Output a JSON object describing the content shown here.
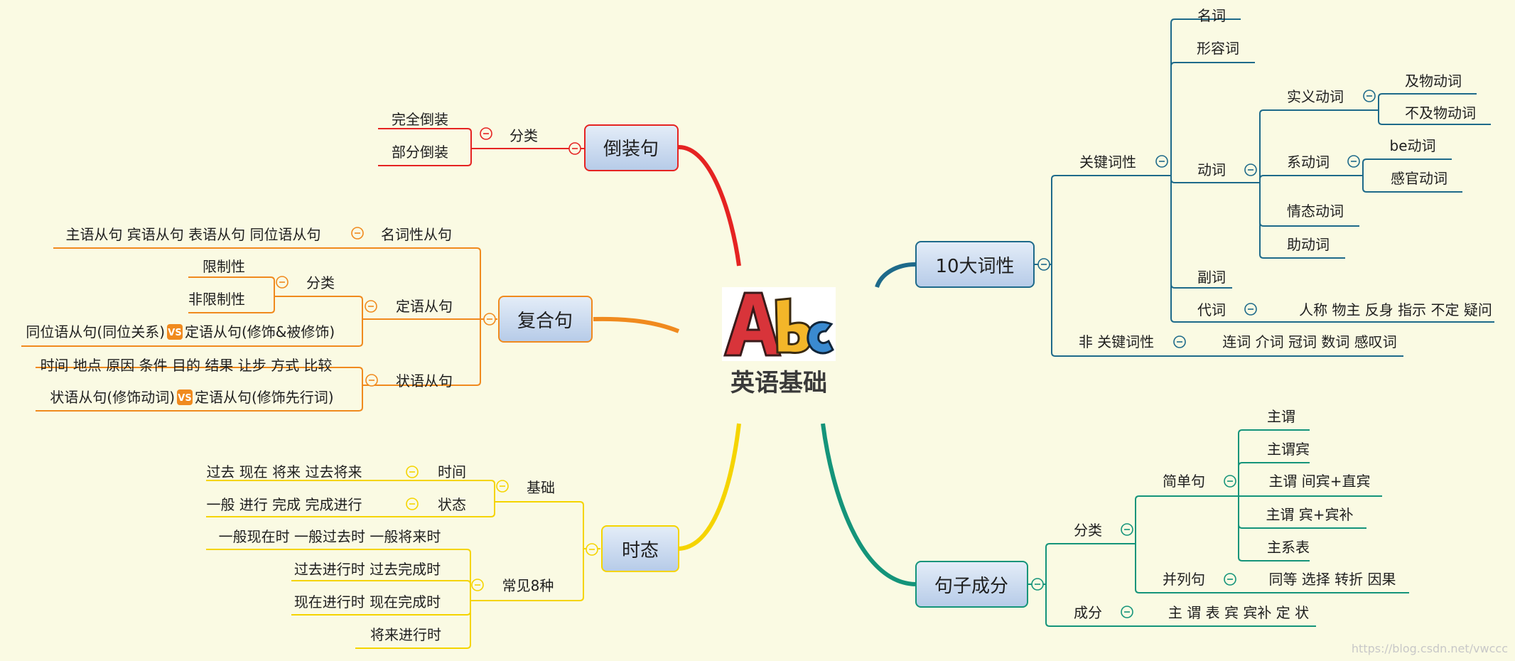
{
  "center": {
    "title": "英语基础",
    "logo_text": "Abc"
  },
  "watermark": "https://blog.csdn.net/vwccc",
  "colors": {
    "inversion": "#e52322",
    "compound": "#f08a1e",
    "tense": "#f5d400",
    "parts_of_speech": "#1e6a8a",
    "sentence": "#14947a",
    "node_fill": "#c9d9ef",
    "background": "#fafae3",
    "vs_badge": "#f08a1e"
  },
  "inversion": {
    "title": "倒装句",
    "classify": "分类",
    "full": "完全倒装",
    "partial": "部分倒装"
  },
  "compound": {
    "title": "复合句",
    "noun_clause": "名词性从句",
    "noun_clause_items": "主语从句 宾语从句 表语从句 同位语从句",
    "attributive": "定语从句",
    "attr_classify": "分类",
    "restrictive": "限制性",
    "nonrestrictive": "非限制性",
    "appositive_vs_left": "同位语从句(同位关系)",
    "appositive_vs_right": "定语从句(修饰&被修饰)",
    "adverbial": "状语从句",
    "adverbial_items": "时间 地点 原因 条件 目的 结果 让步 方式 比较",
    "adverbial_vs_left": "状语从句(修饰动词)",
    "adverbial_vs_right": "定语从句(修饰先行词)",
    "vs": "VS"
  },
  "tense": {
    "title": "时态",
    "basics": "基础",
    "time": "时间",
    "time_items": "过去 现在 将来 过去将来",
    "state": "状态",
    "state_items": "一般 进行 完成 完成进行",
    "common8": "常见8种",
    "c1": "一般现在时 一般过去时 一般将来时",
    "c2": "过去进行时 过去完成时",
    "c3": "现在进行时 现在完成时",
    "c4": "将来进行时"
  },
  "pos": {
    "title": "10大词性",
    "key": "关键词性",
    "noun": "名词",
    "adjective": "形容词",
    "verb": "动词",
    "notional_verb": "实义动词",
    "transitive": "及物动词",
    "intransitive": "不及物动词",
    "linking_verb": "系动词",
    "be_verb": "be动词",
    "sense_verb": "感官动词",
    "modal_verb": "情态动词",
    "auxiliary_verb": "助动词",
    "adverb": "副词",
    "pronoun": "代词",
    "pronoun_items": "人称 物主 反身 指示 不定 疑问",
    "nonkey": "非 关键词性",
    "nonkey_items": "连词 介词 冠词 数词 感叹词"
  },
  "sentence": {
    "title": "句子成分",
    "classify": "分类",
    "simple": "简单句",
    "s1": "主谓",
    "s2": "主谓宾",
    "s3": "主谓 间宾+直宾",
    "s4": "主谓 宾+宾补",
    "s5": "主系表",
    "compound": "并列句",
    "compound_items": "同等 选择 转折 因果",
    "components": "成分",
    "components_items": "主 谓 表 宾 宾补 定 状"
  }
}
